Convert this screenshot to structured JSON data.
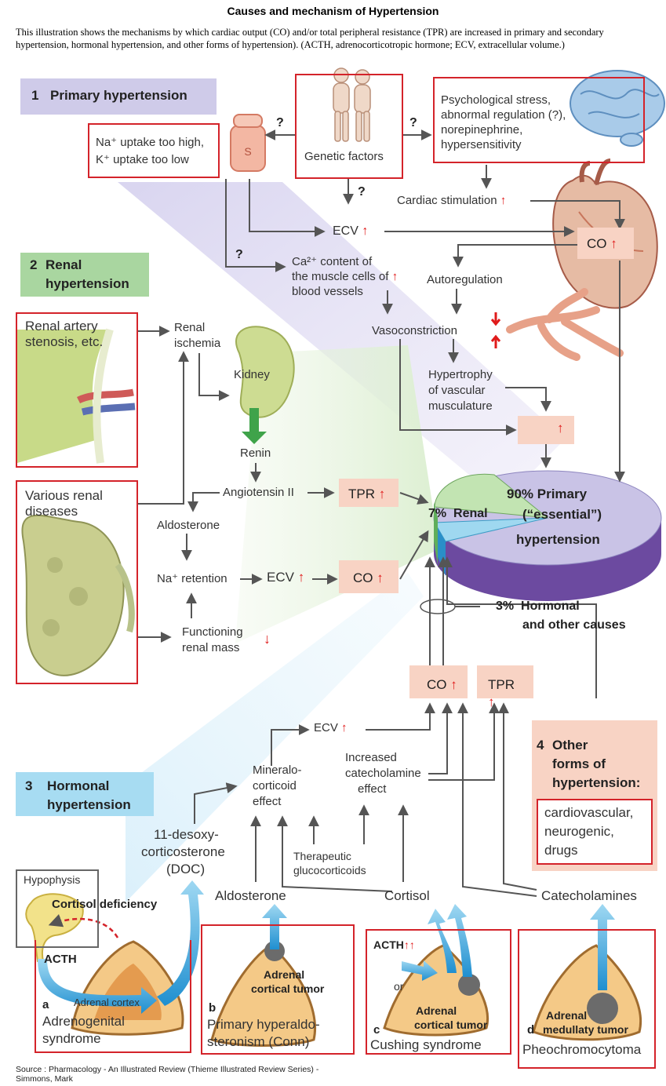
{
  "title": "Causes and mechanism of Hypertension",
  "caption": "This illustration shows the mechanisms by which cardiac output (CO) and/or total peripheral resistance (TPR) are increased in primary and secondary hypertension, hormonal hypertension, and other forms of hypertension). (ACTH, adrenocorticotropic hormone; ECV, extracellular volume.)",
  "source": "Source : Pharmacology - An Illustrated Review (Thieme Illustrated Review Series) - Simmons, Mark",
  "symbols": {
    "up": "↑",
    "down": "↓",
    "question": "?"
  },
  "colors": {
    "primary_band": "#cfcbe9",
    "renal_band": "#a9d6a0",
    "hormonal_band": "#a7dcf2",
    "box_border": "#d4232a",
    "pink_box": "#f8d3c4",
    "up_arrow": "#e01b1b",
    "pie_primary": "#c9c3e6",
    "pie_renal": "#c2e4b2",
    "pie_hormonal": "#9fd8f0"
  },
  "section1": {
    "number": "1",
    "title": "Primary hypertension",
    "na_k": [
      "Na⁺ uptake too high,",
      "K⁺ uptake too low"
    ],
    "genetic": "Genetic factors",
    "stress": [
      "Psychological stress,",
      "abnormal regulation (?),",
      "norepinephrine,",
      "hypersensitivity"
    ],
    "cardiac_stimulation": "Cardiac stimulation",
    "ecv": "ECV",
    "calcium": [
      "Ca²⁺ content of",
      "the muscle cells of",
      "blood vessels"
    ],
    "autoregulation": "Autoregulation",
    "vasoconstriction": "Vasoconstriction",
    "hypertrophy": [
      "Hypertrophy",
      "of vascular",
      "musculature"
    ],
    "co": "CO"
  },
  "section2": {
    "number": "2",
    "title": [
      "Renal",
      "hypertension"
    ],
    "stenosis": [
      "Renal artery",
      "stenosis, etc."
    ],
    "diseases": [
      "Various renal",
      "diseases"
    ],
    "ischemia": [
      "Renal",
      "ischemia"
    ],
    "kidney": "Kidney",
    "renin": "Renin",
    "angiotensin": "Angiotensin II",
    "tpr": "TPR",
    "aldosterone": "Aldosterone",
    "na_retention": "Na⁺ retention",
    "ecv": "ECV",
    "co": "CO",
    "renal_mass": [
      "Functioning",
      "renal mass"
    ]
  },
  "pie": {
    "primary": [
      "90% Primary",
      "(“essential”)",
      "hypertension"
    ],
    "renal": "7%  Renal",
    "hormonal": [
      "3%  Hormonal",
      "and other causes"
    ],
    "chart_data": {
      "type": "pie",
      "labels": [
        "Primary (“essential”) hypertension",
        "Renal",
        "Hormonal and other causes"
      ],
      "values": [
        90,
        7,
        3
      ]
    }
  },
  "section3": {
    "number": "3",
    "title": [
      "Hormonal",
      "hypertension"
    ],
    "co": "CO",
    "tpr": "TPR",
    "ecv": "ECV",
    "mineralo": [
      "Mineralo-",
      "corticoid",
      "effect"
    ],
    "catecholamine_effect": [
      "Increased",
      "catecholamine",
      "effect"
    ],
    "therapeutic": [
      "Therapeutic",
      "glucocorticoids"
    ],
    "doc": [
      "11-desoxy-",
      "corticosterone",
      "(DOC)"
    ],
    "aldosterone": "Aldosterone",
    "cortisol": "Cortisol",
    "catecholamines": "Catecholamines",
    "hypophysis": "Hypophysis",
    "cortisol_deficiency": "Cortisol deficiency",
    "acth": "ACTH",
    "adrenal_cortex": "Adrenal cortex",
    "panel_a": {
      "letter": "a",
      "label": [
        "Adrenogenital",
        "syndrome"
      ]
    },
    "panel_b": {
      "letter": "b",
      "tumor": [
        "Adrenal",
        "cortical tumor"
      ],
      "label": [
        "Primary hyperaldo-",
        "steronism (Conn)"
      ]
    },
    "panel_c": {
      "letter": "c",
      "acth": "ACTH",
      "or": "or",
      "tumor": [
        "Adrenal",
        "cortical tumor"
      ],
      "label": "Cushing syndrome"
    },
    "panel_d": {
      "letter": "d",
      "tumor": [
        "Adrenal",
        "medullaty tumor"
      ],
      "label": "Pheochromocytoma"
    }
  },
  "section4": {
    "number": "4",
    "title": [
      "Other",
      "forms of",
      "hypertension:"
    ],
    "items": [
      "cardiovascular,",
      "neurogenic,",
      "drugs"
    ]
  }
}
